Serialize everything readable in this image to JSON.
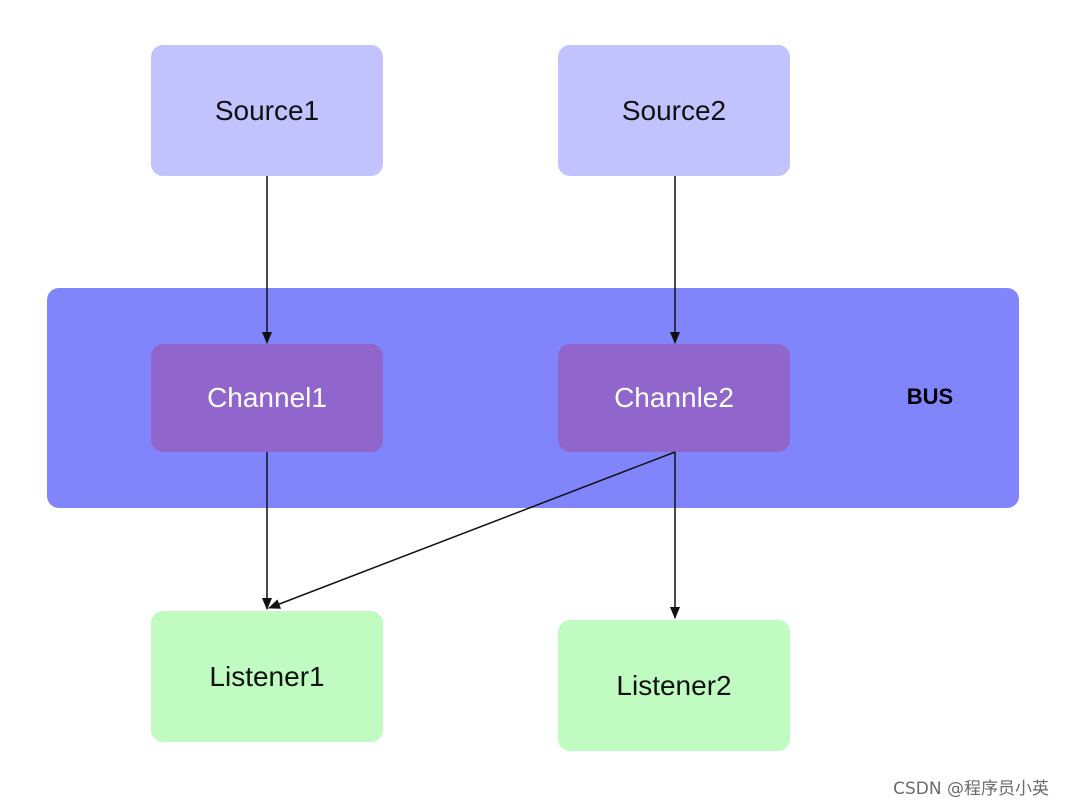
{
  "colors": {
    "source": "#c2c2ff",
    "bus": "#8185fb",
    "channel": "#9166cc",
    "listener": "#c0fcc2",
    "arrow": "#111111"
  },
  "nodes": {
    "source1": "Source1",
    "source2": "Source2",
    "channel1": "Channel1",
    "channel2": "Channle2",
    "listener1": "Listener1",
    "listener2": "Listener2"
  },
  "bus": {
    "label": "BUS"
  },
  "edges": [
    {
      "from": "Source1",
      "to": "Channel1"
    },
    {
      "from": "Source2",
      "to": "Channle2"
    },
    {
      "from": "Channel1",
      "to": "Listener1"
    },
    {
      "from": "Channle2",
      "to": "Listener1"
    },
    {
      "from": "Channle2",
      "to": "Listener2"
    }
  ],
  "watermark": "CSDN @程序员小英"
}
